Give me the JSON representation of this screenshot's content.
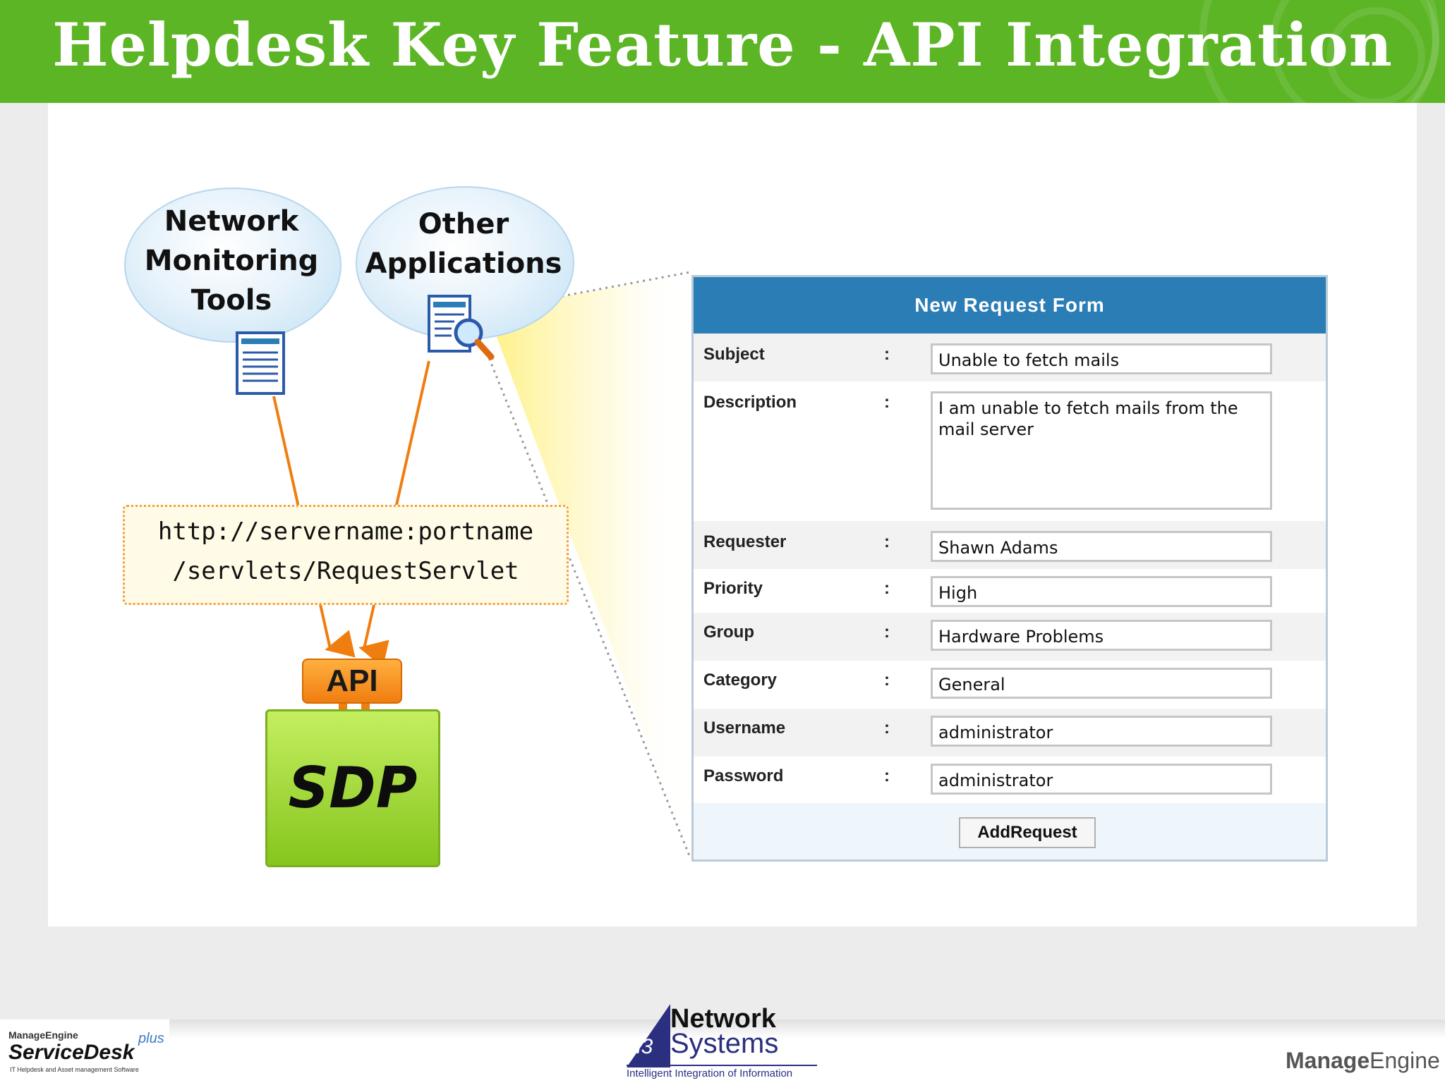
{
  "title": "Helpdesk Key Feature - API Integration",
  "diagram": {
    "bubble_network": [
      "Network",
      "Monitoring",
      "Tools"
    ],
    "bubble_other": [
      "Other",
      "Applications"
    ],
    "url_lines": [
      "http://servername:portname",
      "/servlets/RequestServlet"
    ],
    "api_label": "API",
    "sdp_label": "SDP"
  },
  "form": {
    "heading": "New Request Form",
    "colon": ":",
    "fields": [
      {
        "label": "Subject",
        "value": "Unable to fetch mails"
      },
      {
        "label": "Description",
        "value": "I am unable to fetch mails from the mail server"
      },
      {
        "label": "Requester",
        "value": "Shawn Adams"
      },
      {
        "label": "Priority",
        "value": "High"
      },
      {
        "label": "Group",
        "value": "Hardware Problems"
      },
      {
        "label": "Category",
        "value": "General"
      },
      {
        "label": "Username",
        "value": "administrator"
      },
      {
        "label": "Password",
        "value": "administrator"
      }
    ],
    "button": "AddRequest"
  },
  "footer": {
    "servicedesk": {
      "top": "ManageEngine",
      "main": "ServiceDesk",
      "plus": "plus",
      "sub": "IT Helpdesk and Asset management Software"
    },
    "i3": {
      "mark": "i3",
      "network": "Network",
      "systems": "Systems",
      "tagline": "Intelligent Integration of Information"
    },
    "manageengine": {
      "manage": "Manage",
      "engine": "Engine"
    }
  },
  "colors": {
    "header_green": "#5cb525",
    "form_header_blue": "#2b7db5",
    "arrow_orange": "#f07d10",
    "sdp_green": "#9bd633"
  }
}
